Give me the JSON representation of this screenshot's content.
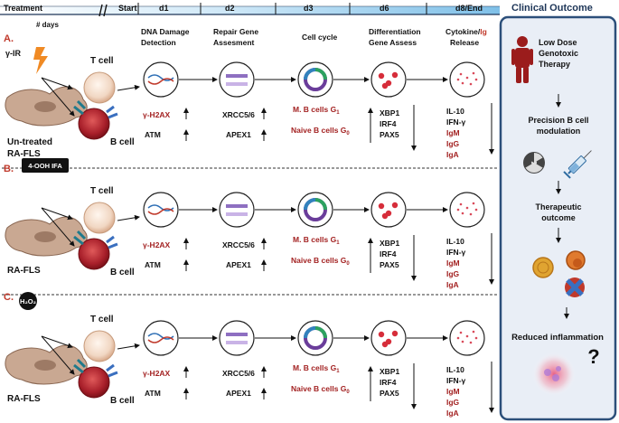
{
  "timeline": {
    "treatment": "Treatment",
    "days": "# days",
    "start": "Start",
    "d1": "d1",
    "d2": "d2",
    "d3": "d3",
    "d6": "d6",
    "d8": "d8/End",
    "clinical_outcome": "Clinical Outcome"
  },
  "column_headers": {
    "dna": [
      "DNA Damage",
      "Detection"
    ],
    "repair": [
      "Repair Gene",
      "Assesment"
    ],
    "cycle": "Cell cycle",
    "diff": [
      "Differentiation",
      "Gene Assess"
    ],
    "cyto_prefix": "Cytokine/",
    "cyto_ig": "Ig",
    "release": "Release"
  },
  "rows": [
    {
      "letter": "A.",
      "agent": "γ-IR",
      "fls": [
        "Un-treated",
        "RA-FLS"
      ]
    },
    {
      "letter": "B.",
      "agent": "4-OOH IFA",
      "fls": [
        "RA-FLS"
      ]
    },
    {
      "letter": "C.",
      "agent": "H₂O₂",
      "fls": [
        "RA-FLS"
      ]
    }
  ],
  "cells": {
    "t_cell": "T cell",
    "b_cell": "B cell"
  },
  "markers": {
    "h2ax": "γ-H2AX",
    "atm": "ATM",
    "xrcc": "XRCC5/6",
    "apex": "APEX1",
    "mb_prefix": "M. B cells  G",
    "mb_sub": "1",
    "nb_prefix": "Naive B cells G",
    "nb_sub": "0",
    "xbp1": "XBP1",
    "irf4": "IRF4",
    "pax5": "PAX5",
    "il10": "IL-10",
    "ifn": "IFN-γ",
    "igm": "IgM",
    "igg": "IgG",
    "iga": "IgA"
  },
  "outcome": {
    "therapy": [
      "Low Dose",
      "Genotoxic",
      "Therapy"
    ],
    "precision": [
      "Precision B cell",
      "modulation"
    ],
    "therapeutic": [
      "Therapeutic",
      "outcome"
    ],
    "reduced": "Reduced inflammation",
    "question": "?"
  },
  "colors": {
    "accent_red": "#a32222",
    "section_red": "#c0392b",
    "panel_border": "#2c4f7a",
    "panel_bg": "#e9eef6",
    "timeline_blue": "#9fd0ee"
  },
  "icons": [
    "lightning-icon",
    "radiation-icon",
    "syringe-icon",
    "person-icon",
    "dna-icon",
    "cell-cycle-icon",
    "plasma-cell-icon",
    "cytokine-icon"
  ]
}
